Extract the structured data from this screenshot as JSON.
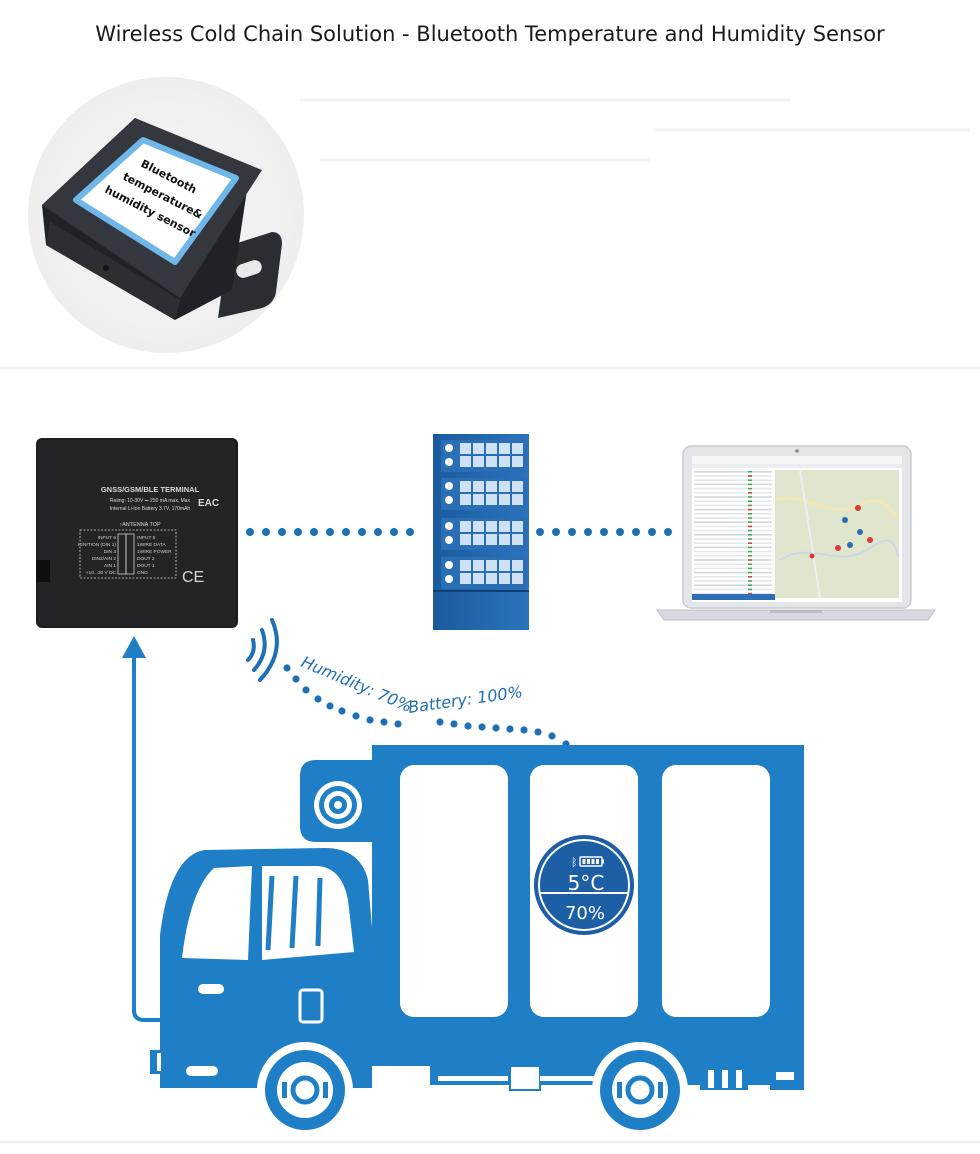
{
  "title": "Wireless Cold Chain Solution - Bluetooth Temperature and Humidity Sensor",
  "sensor_label": [
    "Bluetooth",
    "temperature&",
    "humidity sensor"
  ],
  "terminal": {
    "title": "GNSS/GSM/BLE TERMINAL",
    "rating": "Rating: 10-30V ⎓ 250 mA max, Max",
    "battery": "Internal Li-Ion Battery 3.7V, 170mAh",
    "antenna": "↑ANTENNA TOP",
    "pins_left": [
      "INPUT 6",
      "IGNITION (DIN 1)",
      "DIN 3",
      "DIN2/AIN 2",
      "AIN 1",
      "+10...30 V DC"
    ],
    "pins_right": [
      "INPUT 5",
      "1WIRE DATA",
      "1WIRE POWER",
      "DOUT 2",
      "DOUT 1",
      "GND"
    ],
    "mark_eac": "EAC",
    "mark_ce": "CE"
  },
  "wireless_text": {
    "humidity": "Humidity: 70%",
    "battery": "Battery: 100%"
  },
  "badge": {
    "temperature": "5°C",
    "humidity": "70%"
  },
  "colors": {
    "blue": "#1f7fc6",
    "dark_blue": "#1265a8",
    "server": "#1d62a8",
    "dots": "#1e6fb5"
  }
}
